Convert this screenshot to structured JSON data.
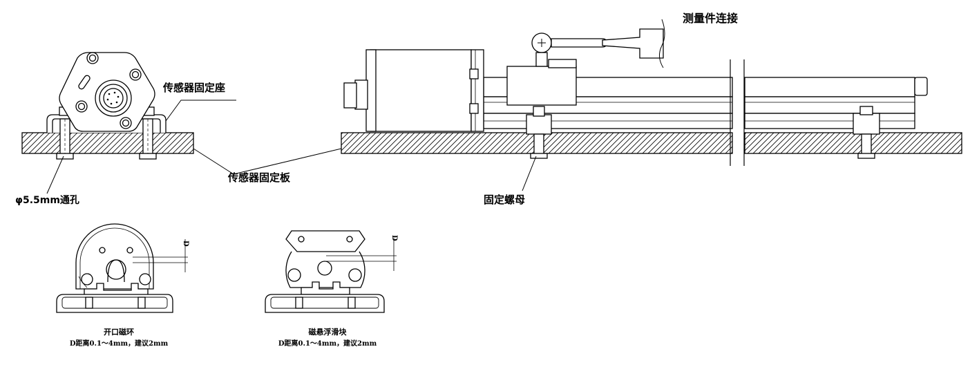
{
  "labels": {
    "measure_link": "测量件连接",
    "sensor_seat": "传感器固定座",
    "sensor_plate": "传感器固定板",
    "through_hole": "φ5.5mm通孔",
    "fix_nut": "固定螺母",
    "dim_d1": "D",
    "dim_d2": "D"
  },
  "captions": {
    "open_ring": {
      "title": "开口磁环",
      "note": "D距离0.1～4mm，建议2mm"
    },
    "slider": {
      "title": "磁悬浮滑块",
      "note": "D距离0.1～4mm，建议2mm"
    }
  },
  "colors": {
    "line": "#000000",
    "background": "#ffffff"
  }
}
